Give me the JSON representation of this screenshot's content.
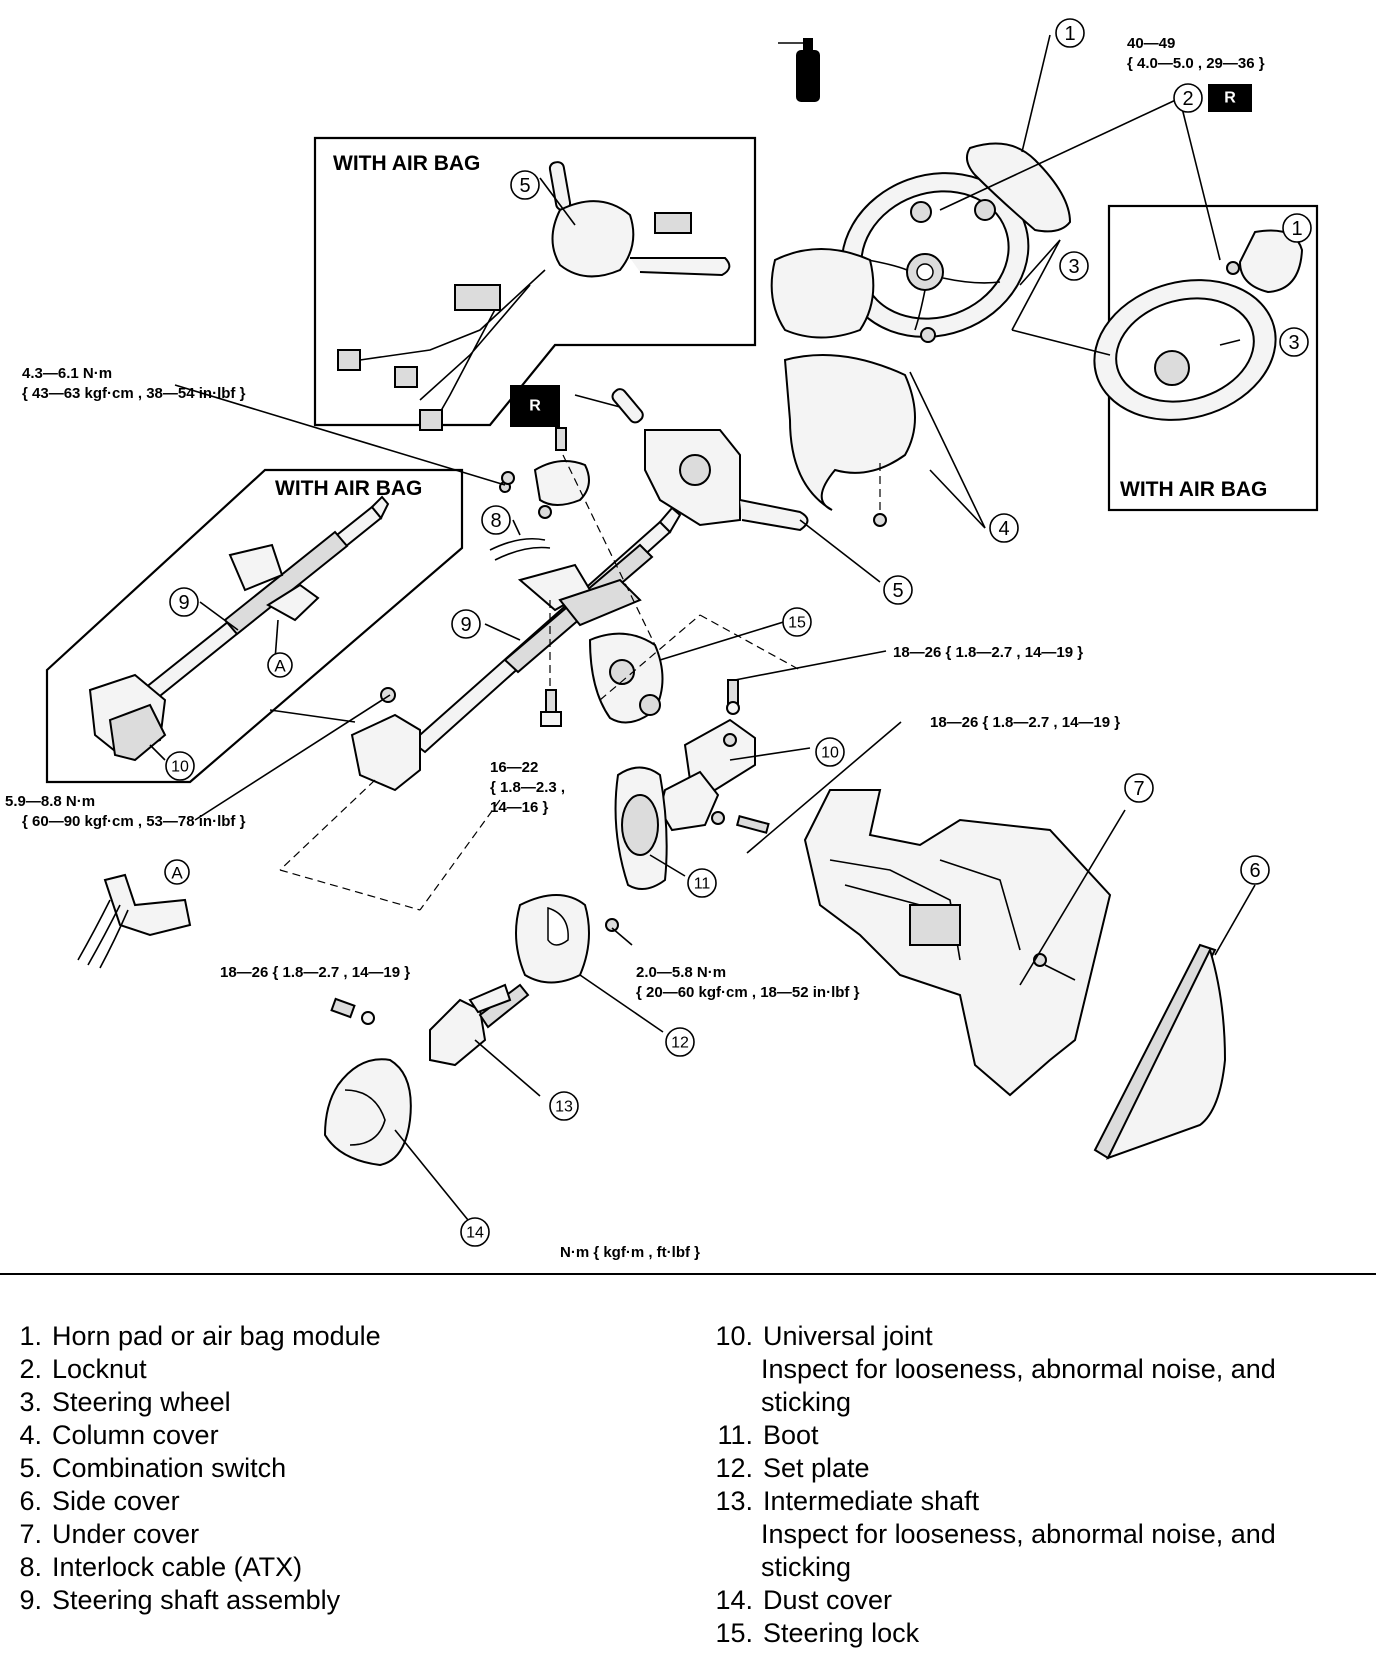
{
  "diagram": {
    "headers": {
      "with_air_bag_top": "WITH AIR BAG",
      "with_air_bag_left": "WITH AIR BAG",
      "with_air_bag_right": "WITH AIR BAG"
    },
    "r_marks": [
      "R",
      "R"
    ],
    "torques": {
      "t_40_49_a": "40—49",
      "t_40_49_b": "{ 4.0—5.0 , 29—36 }",
      "t_4_3_a": "4.3—6.1 N·m",
      "t_4_3_b": "{ 43—63 kgf·cm , 38—54 in·lbf }",
      "t_18_26_a": "18—26 { 1.8—2.7 , 14—19 }",
      "t_18_26_b": "18—26 { 1.8—2.7 , 14—19 }",
      "t_16_22_a": "16—22",
      "t_16_22_b": "{ 1.8—2.3 ,",
      "t_16_22_c": "14—16 }",
      "t_5_9_a": "5.9—8.8 N·m",
      "t_5_9_b": "{ 60—90 kgf·cm , 53—78 in·lbf }",
      "t_18_26_c": "18—26 { 1.8—2.7 , 14—19 }",
      "t_2_0_a": "2.0—5.8 N·m",
      "t_2_0_b": "{ 20—60 kgf·cm , 18—52 in·lbf }",
      "units": "N·m { kgf·m , ft·lbf }"
    },
    "callouts": {
      "c1a": "1",
      "c1b": "1",
      "c2": "2",
      "c3a": "3",
      "c3b": "3",
      "c4": "4",
      "c5a": "5",
      "c5b": "5",
      "c6": "6",
      "c7": "7",
      "c8": "8",
      "c9a": "9",
      "c9b": "9",
      "c10a": "10",
      "c10b": "10",
      "c11": "11",
      "c12": "12",
      "c13": "13",
      "c14": "14",
      "c15": "15",
      "cAa": "A",
      "cAb": "A"
    }
  },
  "legend_left": [
    {
      "num": "1.",
      "text": "Horn pad or air bag module"
    },
    {
      "num": "2.",
      "text": "Locknut"
    },
    {
      "num": "3.",
      "text": "Steering wheel"
    },
    {
      "num": "4.",
      "text": "Column cover"
    },
    {
      "num": "5.",
      "text": "Combination switch"
    },
    {
      "num": "6.",
      "text": "Side cover"
    },
    {
      "num": "7.",
      "text": "Under cover"
    },
    {
      "num": "8.",
      "text": "Interlock cable (ATX)"
    },
    {
      "num": "9.",
      "text": "Steering shaft assembly"
    }
  ],
  "legend_right": [
    {
      "num": "10.",
      "text": "Universal joint",
      "sub": [
        "Inspect for looseness, abnormal noise, and",
        "sticking"
      ]
    },
    {
      "num": "11.",
      "text": "Boot"
    },
    {
      "num": "12.",
      "text": "Set plate"
    },
    {
      "num": "13.",
      "text": "Intermediate shaft",
      "sub": [
        "Inspect for looseness, abnormal noise, and",
        "sticking"
      ]
    },
    {
      "num": "14.",
      "text": "Dust cover"
    },
    {
      "num": "15.",
      "text": "Steering lock"
    }
  ]
}
